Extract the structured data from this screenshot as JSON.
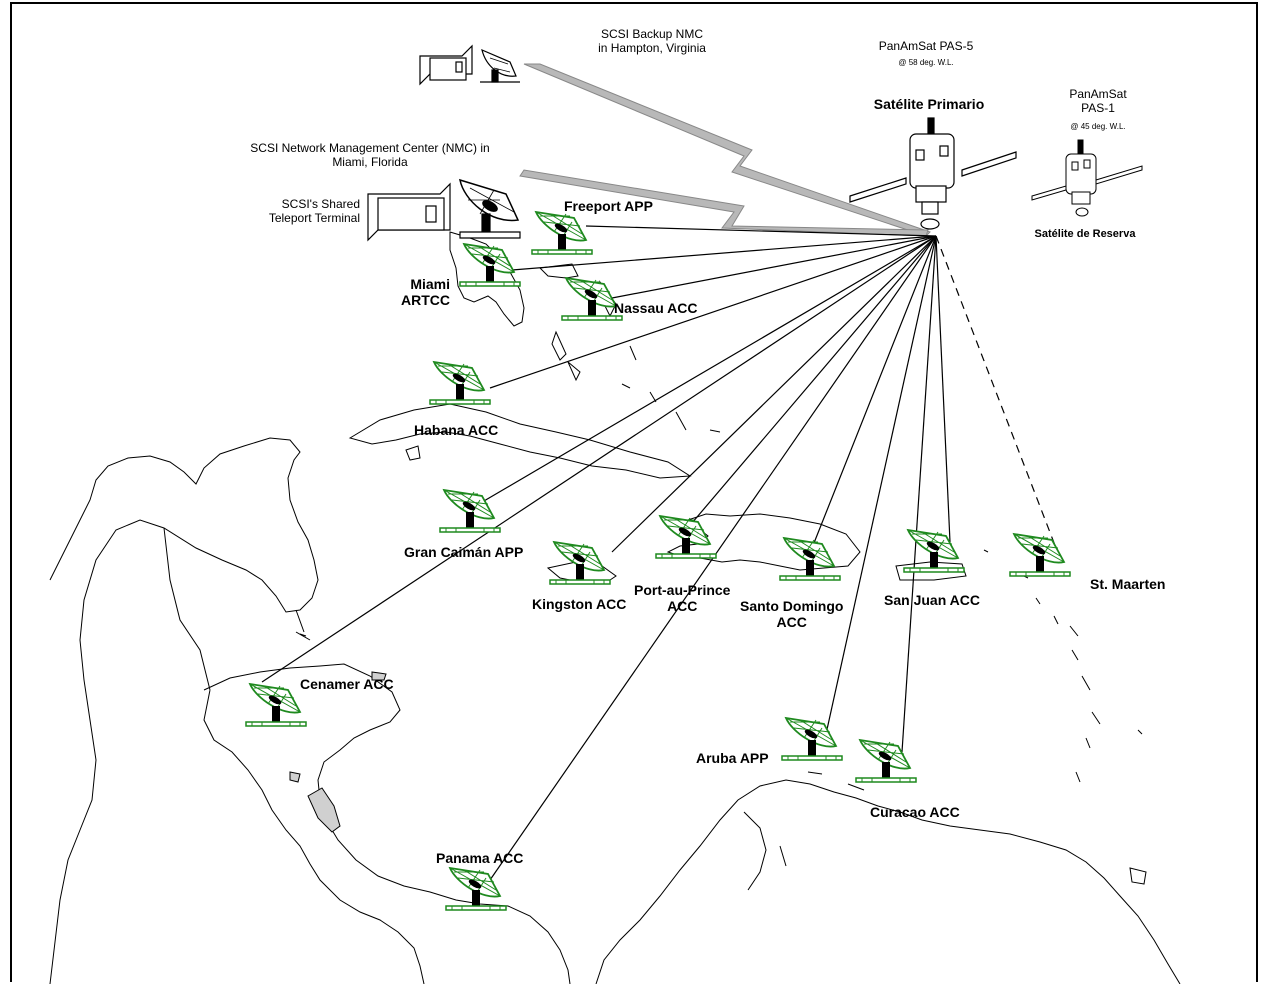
{
  "labels": {
    "backup_nmc": "SCSI Backup NMC\nin Hampton, Virginia",
    "pas5_name": "PanAmSat PAS-5",
    "pas5_pos": "@ 58 deg. W.L.",
    "primary_sat": "Satélite Primario",
    "pas1_name": "PanAmSat\nPAS-1",
    "pas1_pos": "@ 45 deg. W.L.",
    "reserve_sat": "Satélite de Reserva",
    "nmc": "SCSI Network Management Center (NMC) in\nMiami, Florida",
    "teleport": "SCSI's Shared\nTeleport Terminal"
  },
  "stations": [
    {
      "id": "freeport",
      "name": "Freeport APP"
    },
    {
      "id": "miami",
      "name": "Miami\nARTCC"
    },
    {
      "id": "nassau",
      "name": "Nassau ACC"
    },
    {
      "id": "habana",
      "name": "Habana ACC"
    },
    {
      "id": "gran-caiman",
      "name": "Gran Caimán APP"
    },
    {
      "id": "kingston",
      "name": "Kingston ACC"
    },
    {
      "id": "port-au-prince",
      "name": "Port-au-Prince\nACC"
    },
    {
      "id": "santo-domingo",
      "name": "Santo Domingo\nACC"
    },
    {
      "id": "san-juan",
      "name": "San Juan ACC"
    },
    {
      "id": "st-maarten",
      "name": "St. Maarten"
    },
    {
      "id": "cenamer",
      "name": "Cenamer ACC"
    },
    {
      "id": "aruba",
      "name": "Aruba APP"
    },
    {
      "id": "curacao",
      "name": "Curacao ACC"
    },
    {
      "id": "panama",
      "name": "Panama ACC"
    }
  ],
  "colors": {
    "dish": "#1f8a1f",
    "line": "#000000",
    "beam": "#b8b8b8",
    "land": "#ffffff",
    "lake": "#d0d0d0"
  }
}
